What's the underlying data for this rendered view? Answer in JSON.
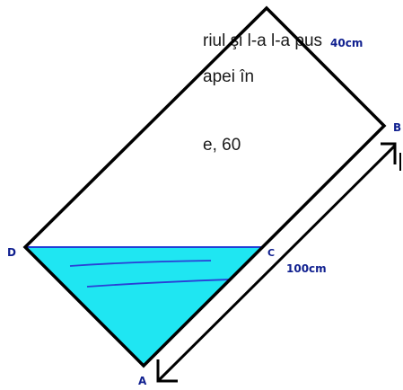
{
  "text_fragments": [
    "riul şi l-a l-a pus",
    "apei în",
    "e,   60"
  ],
  "labels": {
    "top_dimension": "40cm",
    "side_dimension": "100cm",
    "vertex_a": "A",
    "vertex_b": "B",
    "vertex_c": "C",
    "vertex_d": "D"
  },
  "colors": {
    "outline": "#000000",
    "water_fill": "#1fe6f2",
    "water_surface": "#1f3fd6",
    "wave_lines": "#2a3fd6",
    "label_text": "#0f1f8f"
  }
}
